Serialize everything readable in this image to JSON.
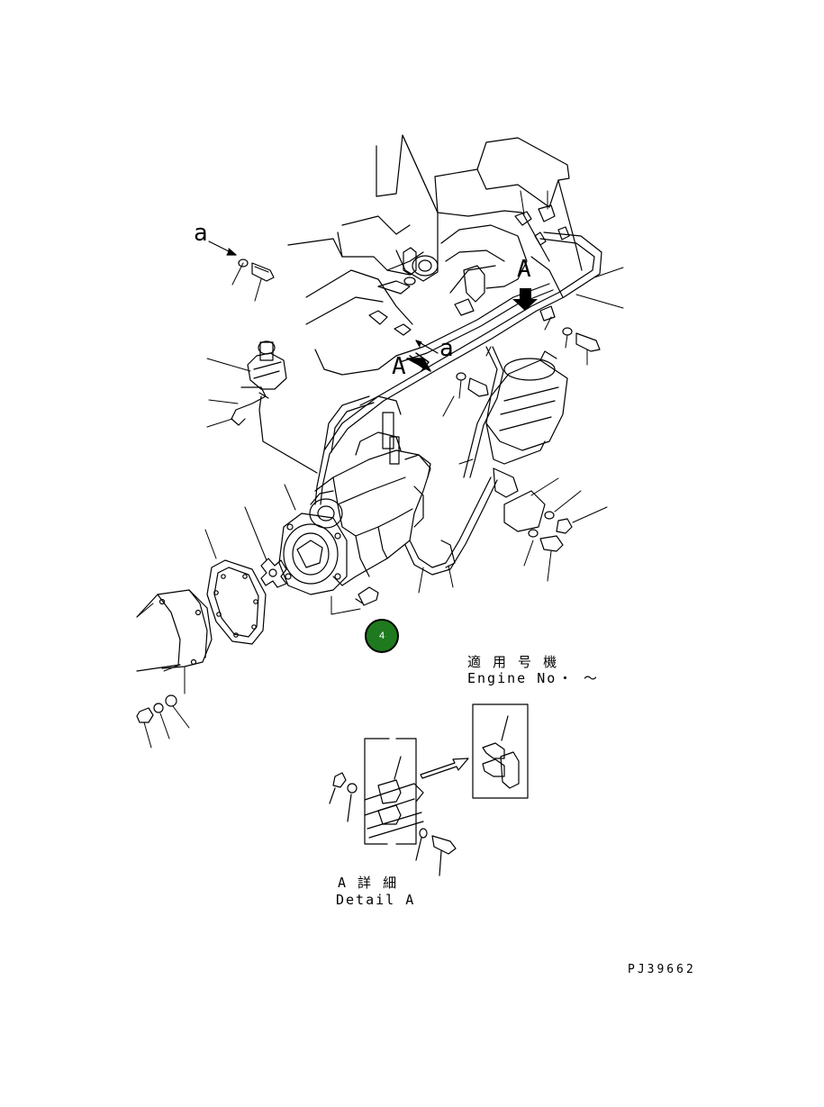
{
  "labels": {
    "ref_a_top": "a",
    "ref_a_mid": "a",
    "view_a_top": "A",
    "view_a_mid": "A",
    "applicable_jp": "適 用 号 機",
    "engine_no": "Engine No",
    "engine_range": "・ 〜",
    "detail_jp": "A 詳 細",
    "detail_en": "Detail A",
    "drawing_no": "PJ39662"
  },
  "callout": {
    "number": "4",
    "color": "#1f7a1f"
  }
}
